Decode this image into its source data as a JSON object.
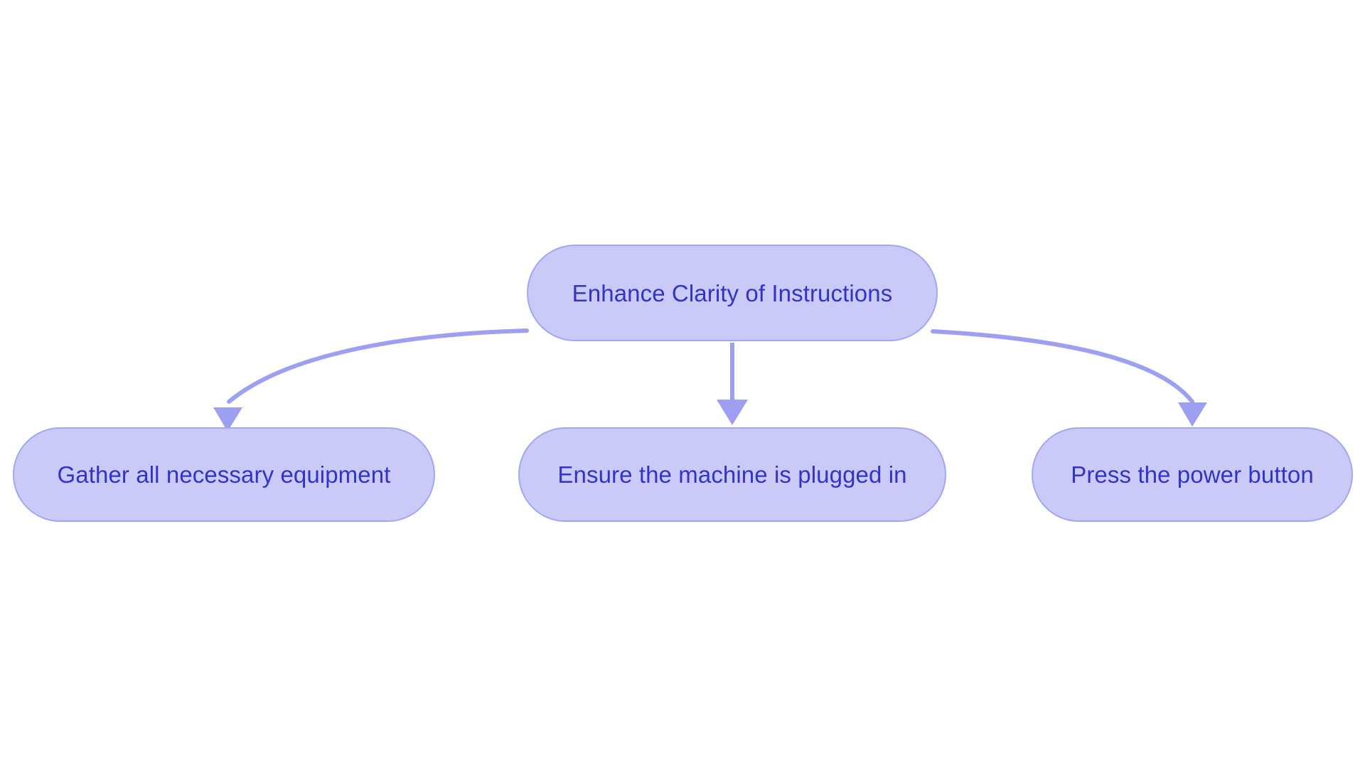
{
  "diagram": {
    "type": "flowchart",
    "orientation": "top-down",
    "background_color": "#ffffff",
    "node_fill_color": "#c9caf8",
    "node_border_color": "#a3a6f0",
    "node_text_color": "#3333cc",
    "edge_color": "#9da0f2",
    "nodes": [
      {
        "id": "root",
        "label": "Enhance Clarity of Instructions"
      },
      {
        "id": "gather",
        "label": "Gather all necessary equipment"
      },
      {
        "id": "plugged",
        "label": "Ensure the machine is plugged in"
      },
      {
        "id": "power",
        "label": "Press the power button"
      }
    ],
    "edges": [
      {
        "id": "edge-root-gather",
        "from": "root",
        "to": "gather",
        "label": "",
        "arrowhead": "triangle"
      },
      {
        "id": "edge-root-plugged",
        "from": "root",
        "to": "plugged",
        "label": "",
        "arrowhead": "triangle"
      },
      {
        "id": "edge-root-power",
        "from": "root",
        "to": "power",
        "label": "",
        "arrowhead": "triangle"
      }
    ]
  }
}
